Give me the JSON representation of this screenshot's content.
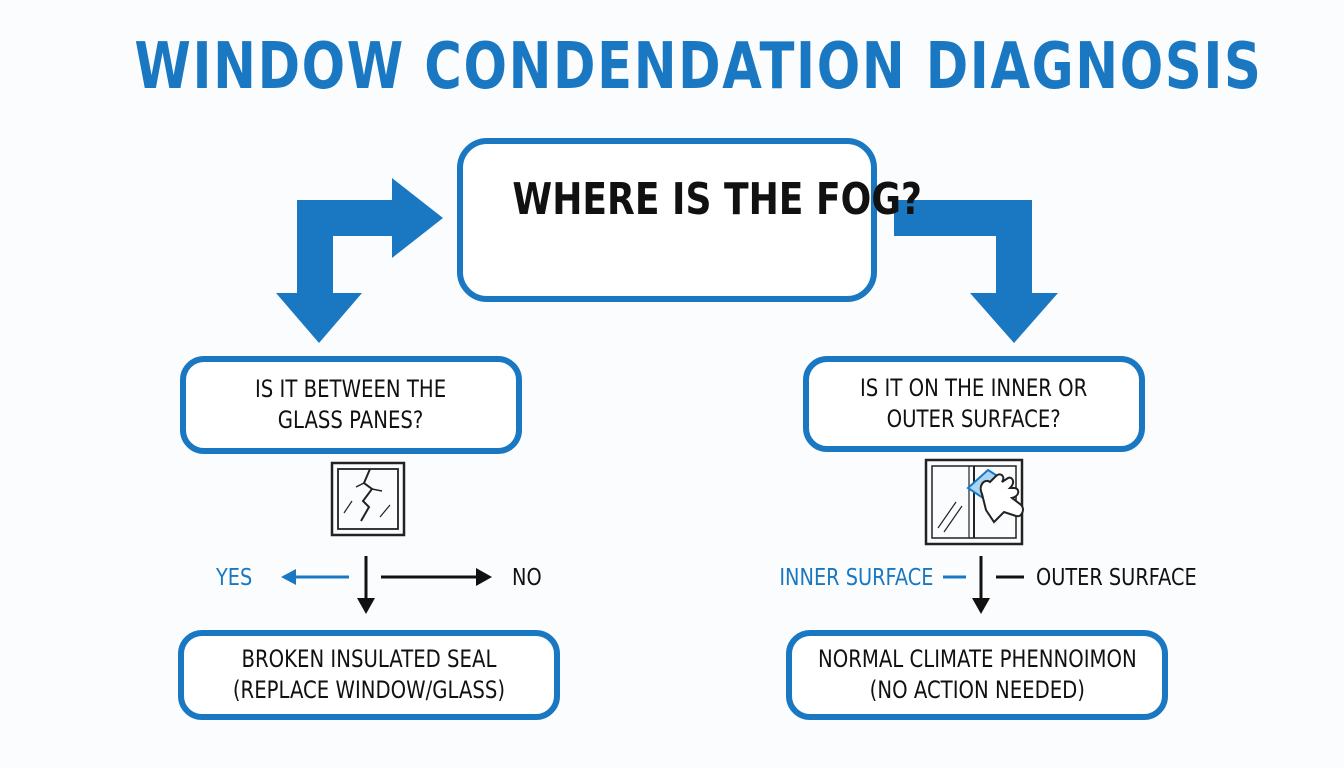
{
  "colors": {
    "accent": "#1a78c2",
    "text": "#111111",
    "background": "#fbfcfd"
  },
  "title": "WINDOW CONDENDATION DIAGNOSIS",
  "root": {
    "question": "WHERE IS THE FOG?"
  },
  "left_branch": {
    "question_line1": "IS IT BETWEEN THE",
    "question_line2": "GLASS PANES?",
    "icon": "cracked-window-icon",
    "yes_label": "YES",
    "no_label": "NO",
    "result_line1": "BROKEN INSULATED SEAL",
    "result_line2": "(REPLACE WINDOW/GLASS)"
  },
  "right_branch": {
    "question_line1": "IS IT ON THE INNER OR",
    "question_line2": "OUTER SURFACE?",
    "icon": "hand-wiping-window-icon",
    "inner_label": "INNER SURFACE",
    "outer_label": "OUTER SURFACE",
    "result_line1": "NORMAL CLIMATE PHENNOIMON",
    "result_line2": "(NO ACTION NEEDED)"
  }
}
